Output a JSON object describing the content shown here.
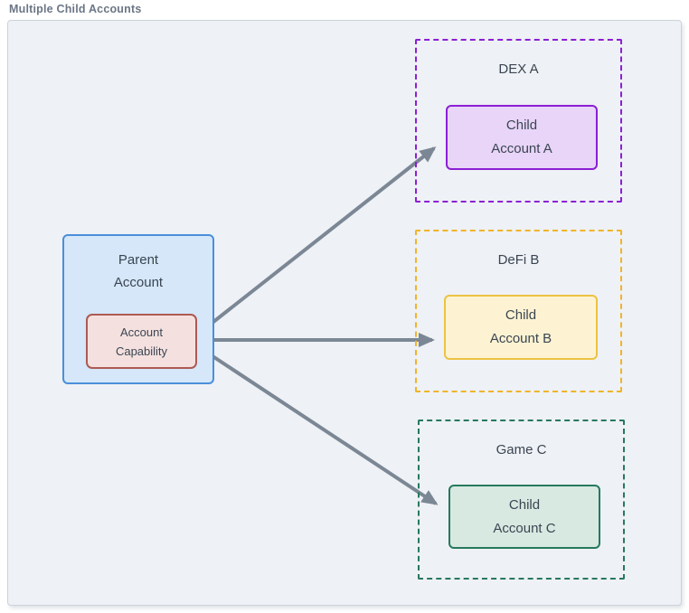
{
  "title": "Multiple Child Accounts",
  "parent": {
    "label_lines": [
      "Parent",
      "Account"
    ],
    "capability_label_lines": [
      "Account",
      "Capability"
    ]
  },
  "groups": [
    {
      "title": "DEX A",
      "child_label_lines": [
        "Child",
        "Account A"
      ]
    },
    {
      "title": "DeFi B",
      "child_label_lines": [
        "Child",
        "Account B"
      ]
    },
    {
      "title": "Game C",
      "child_label_lines": [
        "Child",
        "Account C"
      ]
    }
  ],
  "connections": [
    {
      "from": "Account Capability",
      "to": "Child Account A"
    },
    {
      "from": "Account Capability",
      "to": "Child Account B"
    },
    {
      "from": "Account Capability",
      "to": "Child Account C"
    }
  ],
  "colors": {
    "parent_fill": "#d5e7f9",
    "parent_border": "#4a8fd9",
    "capability_fill": "#f4e1df",
    "capability_border": "#ad5a52",
    "dex_a_accent": "#8b1fd4",
    "child_a_fill": "#e8d5f8",
    "defi_b_accent": "#f0b429",
    "child_b_border": "#ecc343",
    "child_b_fill": "#fdf3d2",
    "game_c_accent": "#26795d",
    "child_c_fill": "#d8e9e1",
    "arrow": "#7b8794",
    "text": "#3b4552",
    "title_text": "#6b7685",
    "canvas_fill": "#eef1f5",
    "canvas_border": "#cbd3db"
  }
}
